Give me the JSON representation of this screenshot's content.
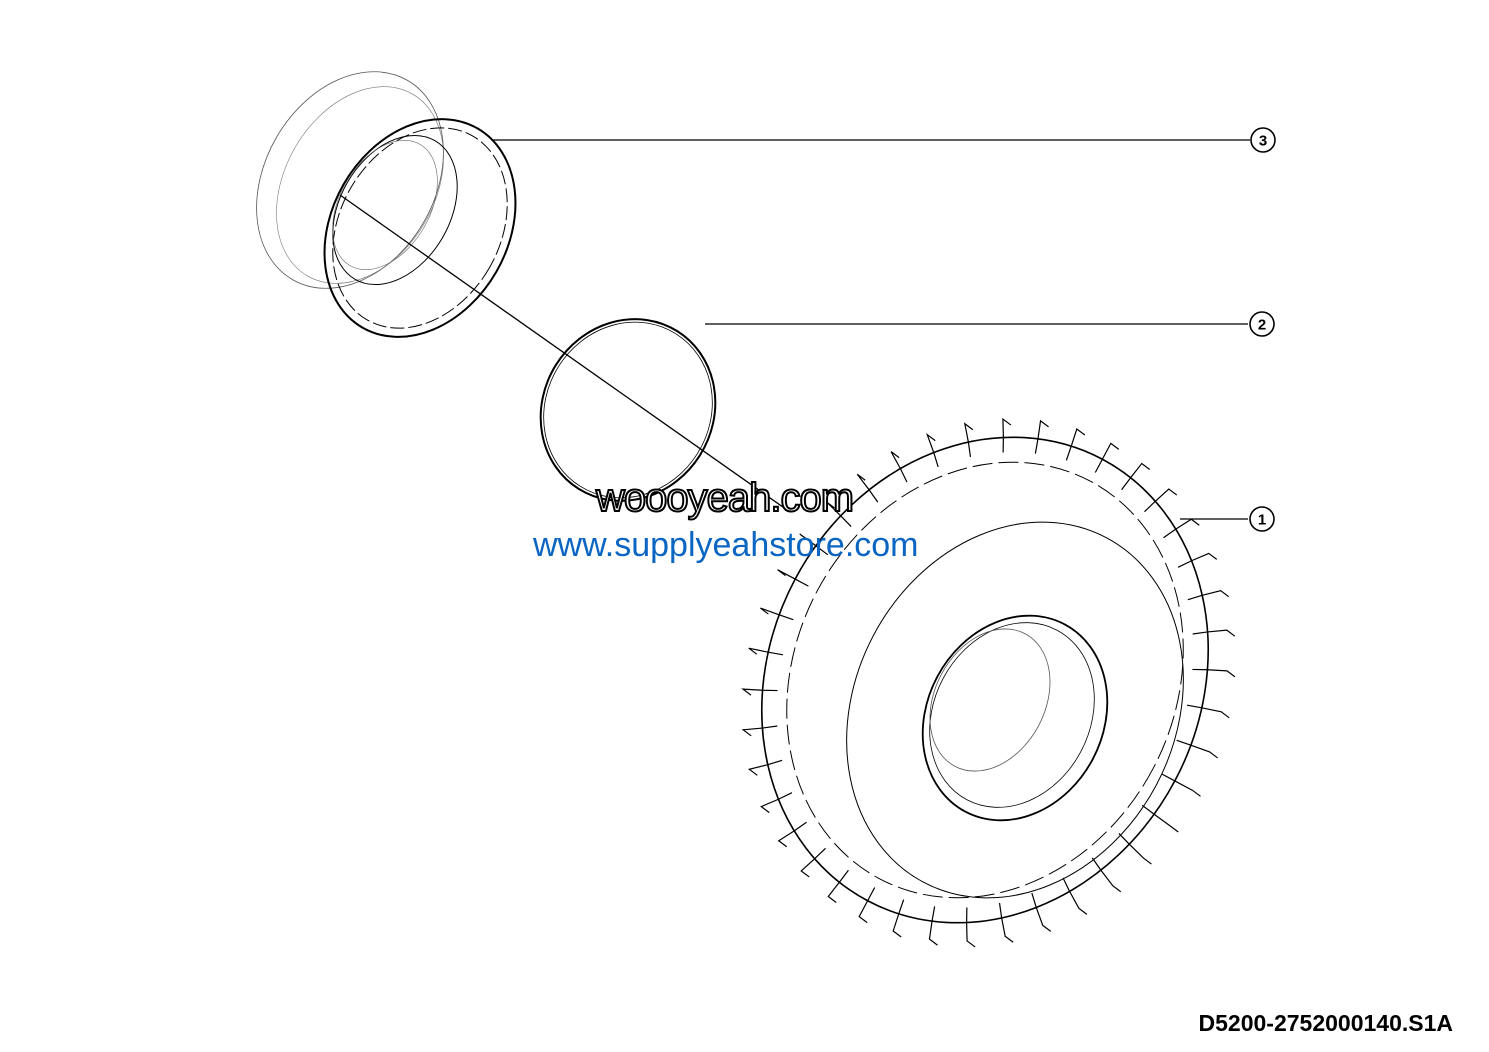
{
  "diagram": {
    "callouts": [
      {
        "number": "1",
        "part": "tire"
      },
      {
        "number": "2",
        "part": "o-ring"
      },
      {
        "number": "3",
        "part": "rim"
      }
    ],
    "document_code": "D5200-2752000140.S1A"
  },
  "watermarks": {
    "black": "woooyeah.com",
    "blue": "www.supplyeahstore.com"
  },
  "colors": {
    "line": "#000000",
    "watermark_blue": "#0a66c2"
  }
}
